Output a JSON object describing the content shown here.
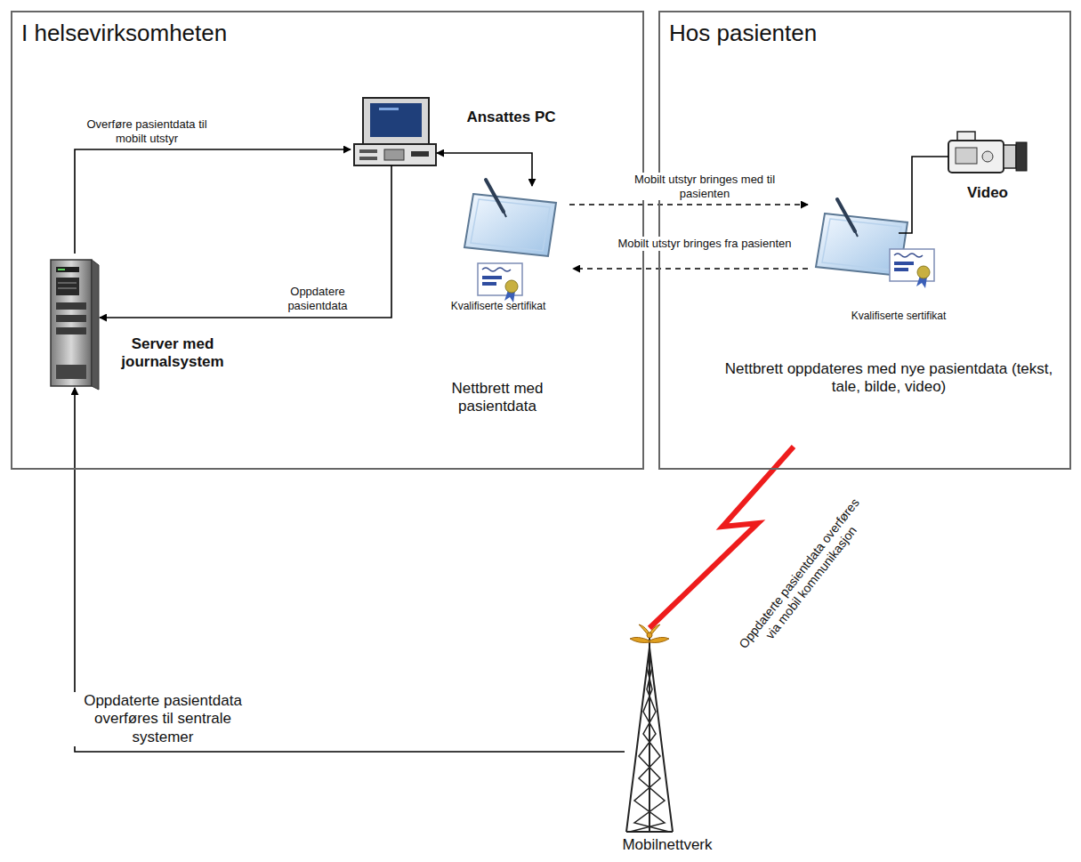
{
  "diagram": {
    "nodes": [
      {
        "text": [
          "I helsevirksomheten"
        ]
      },
      {
        "text": [
          "Server med journalsystem"
        ],
        "in": 0
      },
      {
        "text": [
          "Ansattes PC"
        ],
        "in": 0
      },
      {
        "text": [
          "Kvalifiserte sertifikat",
          "Nettbrett med pasientdata"
        ],
        "in": 0
      },
      {
        "text": [
          "Hos pasienten"
        ]
      },
      {
        "text": [
          "Kvalifiserte sertifikat",
          "Nettbrett oppdateres med nye pasientdata (tekst, tale, bilde, video)"
        ],
        "in": 4
      },
      {
        "text": [
          "Video"
        ],
        "in": 4
      },
      {
        "text": [
          "Mobilnettverk"
        ]
      }
    ],
    "edges": [
      {
        "from": 1,
        "to": 2,
        "arrow": "to",
        "label": "Overføre pasientdata til mobilt utstyr"
      },
      {
        "from": 2,
        "to": 1,
        "arrow": "to",
        "label": "Oppdatere pasientdata"
      },
      {
        "from": 2,
        "to": 3,
        "arrow": "both"
      },
      {
        "from": 3,
        "to": 5,
        "arrow": "to",
        "label": "Mobilt utstyr bringes med til pasienten"
      },
      {
        "from": 5,
        "to": 3,
        "arrow": "to",
        "label": "Mobilt utstyr bringes fra pasienten"
      },
      {
        "from": 5,
        "to": 6,
        "arrow": "none"
      },
      {
        "from": 5,
        "to": 7,
        "arrow": "none",
        "label": "Oppdaterte pasientdata overføres via mobil kommunikasjon"
      },
      {
        "from": 7,
        "to": 1,
        "arrow": "to",
        "label": "Oppdaterte pasientdata overføres til sentrale systemer"
      }
    ]
  }
}
